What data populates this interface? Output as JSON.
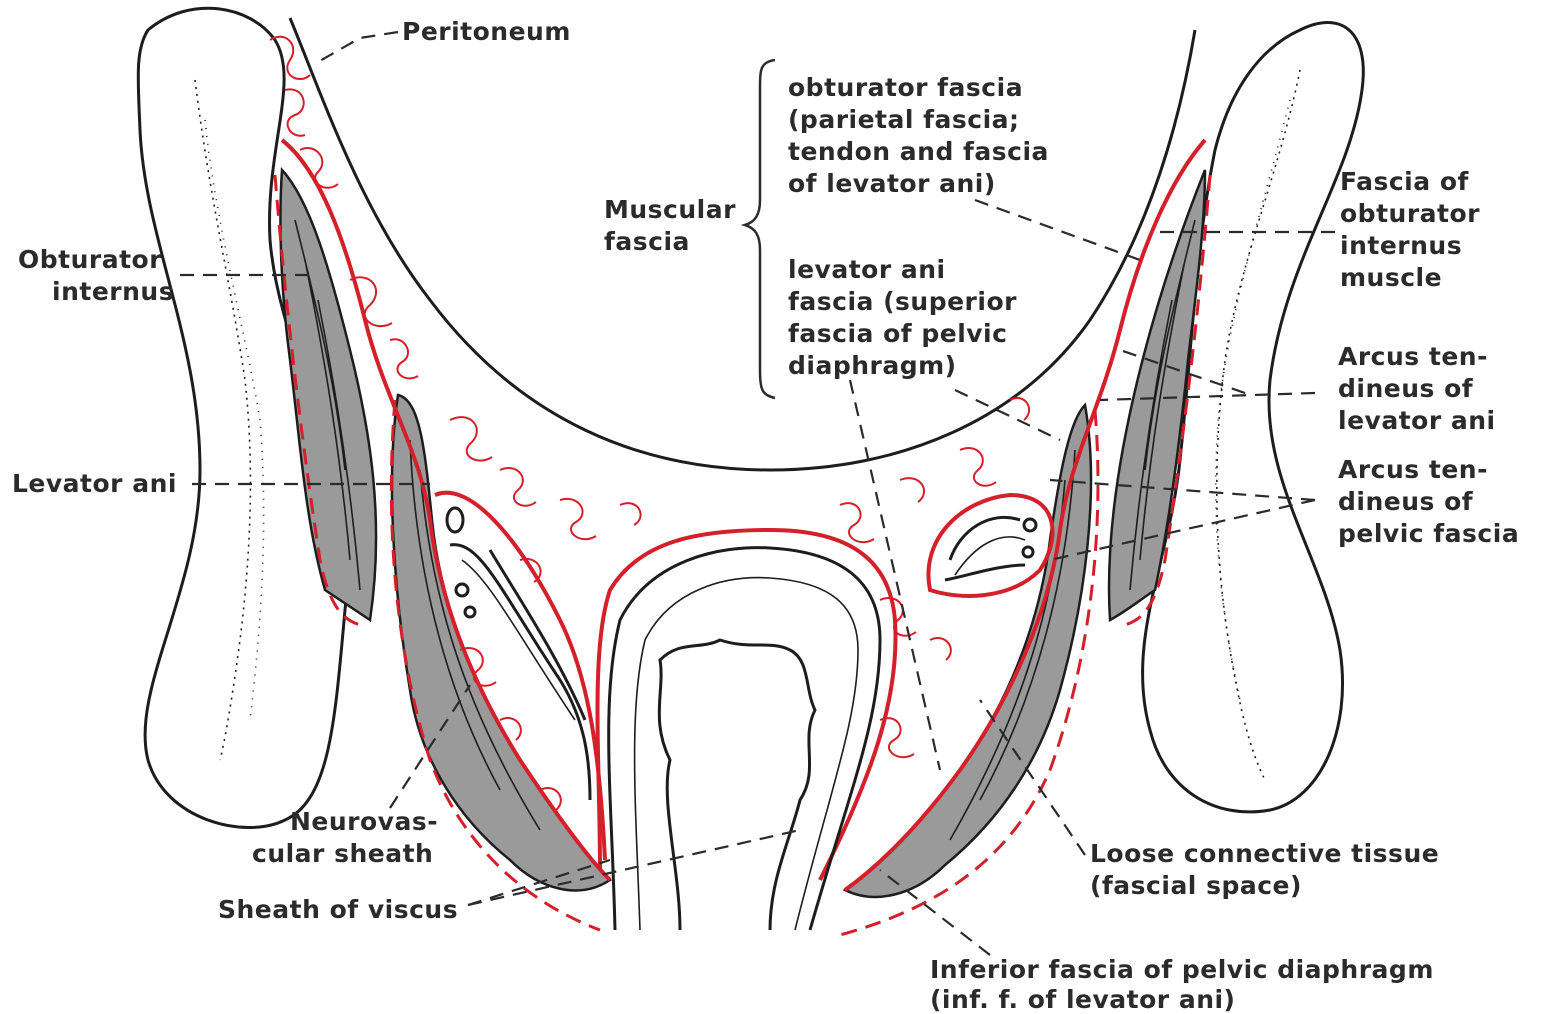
{
  "labels": {
    "peritoneum": "Peritoneum",
    "obturator_internus": [
      "Obturator",
      "internus"
    ],
    "levator_ani": "Levator ani",
    "neurovascular_sheath": [
      "Neurovas-",
      "cular sheath"
    ],
    "sheath_of_viscus": "Sheath of viscus",
    "muscular_fascia": [
      "Muscular",
      "fascia"
    ],
    "obturator_fascia": [
      "obturator fascia",
      "(parietal fascia;",
      "tendon and fascia",
      "of levator ani)"
    ],
    "levator_ani_fascia": [
      "levator ani",
      "fascia (superior",
      "fascia of pelvic",
      "diaphragm)"
    ],
    "fascia_obturator_internus": [
      "Fascia of",
      "obturator",
      "internus",
      "muscle"
    ],
    "arcus_levator": [
      "Arcus ten-",
      "dineus of",
      "levator ani"
    ],
    "arcus_pelvic": [
      "Arcus ten-",
      "dineus of",
      "pelvic fascia"
    ],
    "loose_tissue": [
      "Loose connective tissue",
      "(fascial space)"
    ],
    "inferior_fascia": [
      "Inferior fascia of pelvic diaphragm",
      "(inf. f. of levator ani)"
    ]
  },
  "colors": {
    "fascia": "#d4202b",
    "ink": "#1d1d1d",
    "muscle_fill": "#9a9a9a",
    "background": "#ffffff"
  }
}
